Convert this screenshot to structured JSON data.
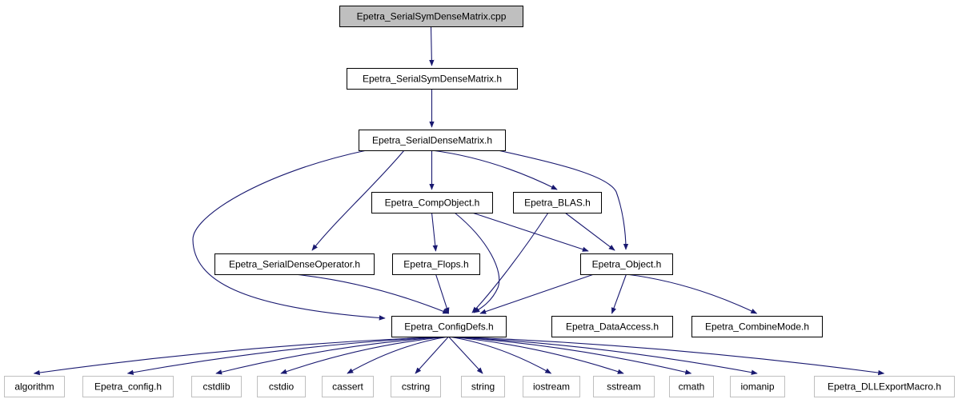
{
  "graph": {
    "nodes": [
      {
        "id": "n0",
        "label": "Epetra_SerialSymDenseMatrix.cpp",
        "kind": "root"
      },
      {
        "id": "n1",
        "label": "Epetra_SerialSymDenseMatrix.h",
        "kind": "local"
      },
      {
        "id": "n2",
        "label": "Epetra_SerialDenseMatrix.h",
        "kind": "local"
      },
      {
        "id": "n3",
        "label": "Epetra_CompObject.h",
        "kind": "local"
      },
      {
        "id": "n4",
        "label": "Epetra_BLAS.h",
        "kind": "local"
      },
      {
        "id": "n5",
        "label": "Epetra_SerialDenseOperator.h",
        "kind": "local"
      },
      {
        "id": "n6",
        "label": "Epetra_Flops.h",
        "kind": "local"
      },
      {
        "id": "n7",
        "label": "Epetra_Object.h",
        "kind": "local"
      },
      {
        "id": "n8",
        "label": "Epetra_ConfigDefs.h",
        "kind": "local"
      },
      {
        "id": "n9",
        "label": "Epetra_DataAccess.h",
        "kind": "local"
      },
      {
        "id": "n10",
        "label": "Epetra_CombineMode.h",
        "kind": "local"
      },
      {
        "id": "e0",
        "label": "algorithm",
        "kind": "external"
      },
      {
        "id": "e1",
        "label": "Epetra_config.h",
        "kind": "external"
      },
      {
        "id": "e2",
        "label": "cstdlib",
        "kind": "external"
      },
      {
        "id": "e3",
        "label": "cstdio",
        "kind": "external"
      },
      {
        "id": "e4",
        "label": "cassert",
        "kind": "external"
      },
      {
        "id": "e5",
        "label": "cstring",
        "kind": "external"
      },
      {
        "id": "e6",
        "label": "string",
        "kind": "external"
      },
      {
        "id": "e7",
        "label": "iostream",
        "kind": "external"
      },
      {
        "id": "e8",
        "label": "sstream",
        "kind": "external"
      },
      {
        "id": "e9",
        "label": "cmath",
        "kind": "external"
      },
      {
        "id": "e10",
        "label": "iomanip",
        "kind": "external"
      },
      {
        "id": "e11",
        "label": "Epetra_DLLExportMacro.h",
        "kind": "external"
      }
    ],
    "edges": [
      {
        "from": "n0",
        "to": "n1"
      },
      {
        "from": "n1",
        "to": "n2"
      },
      {
        "from": "n2",
        "to": "n3"
      },
      {
        "from": "n2",
        "to": "n4"
      },
      {
        "from": "n2",
        "to": "n5"
      },
      {
        "from": "n2",
        "to": "n7"
      },
      {
        "from": "n2",
        "to": "n8"
      },
      {
        "from": "n3",
        "to": "n6"
      },
      {
        "from": "n3",
        "to": "n7"
      },
      {
        "from": "n3",
        "to": "n8"
      },
      {
        "from": "n4",
        "to": "n7"
      },
      {
        "from": "n4",
        "to": "n8"
      },
      {
        "from": "n5",
        "to": "n8"
      },
      {
        "from": "n6",
        "to": "n8"
      },
      {
        "from": "n7",
        "to": "n8"
      },
      {
        "from": "n7",
        "to": "n9"
      },
      {
        "from": "n7",
        "to": "n10"
      },
      {
        "from": "n8",
        "to": "e0"
      },
      {
        "from": "n8",
        "to": "e1"
      },
      {
        "from": "n8",
        "to": "e2"
      },
      {
        "from": "n8",
        "to": "e3"
      },
      {
        "from": "n8",
        "to": "e4"
      },
      {
        "from": "n8",
        "to": "e5"
      },
      {
        "from": "n8",
        "to": "e6"
      },
      {
        "from": "n8",
        "to": "e7"
      },
      {
        "from": "n8",
        "to": "e8"
      },
      {
        "from": "n8",
        "to": "e9"
      },
      {
        "from": "n8",
        "to": "e10"
      },
      {
        "from": "n8",
        "to": "e11"
      }
    ],
    "colors": {
      "edge": "#191970",
      "root_fill": "#bfbfbf",
      "node_border": "#000000",
      "external_border": "#bfbfbf",
      "background": "#ffffff"
    }
  }
}
